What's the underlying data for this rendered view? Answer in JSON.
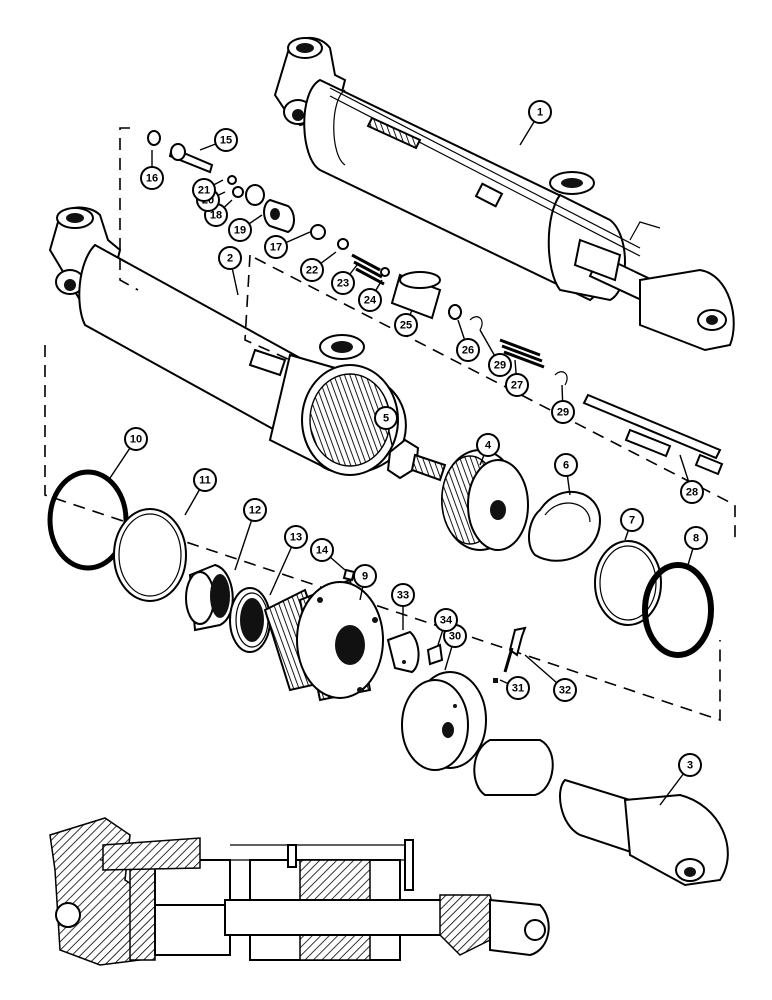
{
  "callouts": [
    {
      "id": "c1",
      "label": "1"
    },
    {
      "id": "c2",
      "label": "2"
    },
    {
      "id": "c3",
      "label": "3"
    },
    {
      "id": "c4",
      "label": "4"
    },
    {
      "id": "c5",
      "label": "5"
    },
    {
      "id": "c6",
      "label": "6"
    },
    {
      "id": "c7",
      "label": "7"
    },
    {
      "id": "c8",
      "label": "8"
    },
    {
      "id": "c9",
      "label": "9"
    },
    {
      "id": "c10",
      "label": "10"
    },
    {
      "id": "c11",
      "label": "11"
    },
    {
      "id": "c12",
      "label": "12"
    },
    {
      "id": "c13",
      "label": "13"
    },
    {
      "id": "c14",
      "label": "14"
    },
    {
      "id": "c15",
      "label": "15"
    },
    {
      "id": "c16",
      "label": "16"
    },
    {
      "id": "c17",
      "label": "17"
    },
    {
      "id": "c18",
      "label": "18"
    },
    {
      "id": "c19",
      "label": "19"
    },
    {
      "id": "c20",
      "label": "20"
    },
    {
      "id": "c21",
      "label": "21"
    },
    {
      "id": "c22",
      "label": "22"
    },
    {
      "id": "c23",
      "label": "23"
    },
    {
      "id": "c24",
      "label": "24"
    },
    {
      "id": "c25",
      "label": "25"
    },
    {
      "id": "c26",
      "label": "26"
    },
    {
      "id": "c27",
      "label": "27"
    },
    {
      "id": "c28",
      "label": "28"
    },
    {
      "id": "c29a",
      "label": "29"
    },
    {
      "id": "c29b",
      "label": "29"
    },
    {
      "id": "c30",
      "label": "30"
    },
    {
      "id": "c31",
      "label": "31"
    },
    {
      "id": "c32",
      "label": "32"
    },
    {
      "id": "c33",
      "label": "33"
    },
    {
      "id": "c34",
      "label": "34"
    }
  ]
}
